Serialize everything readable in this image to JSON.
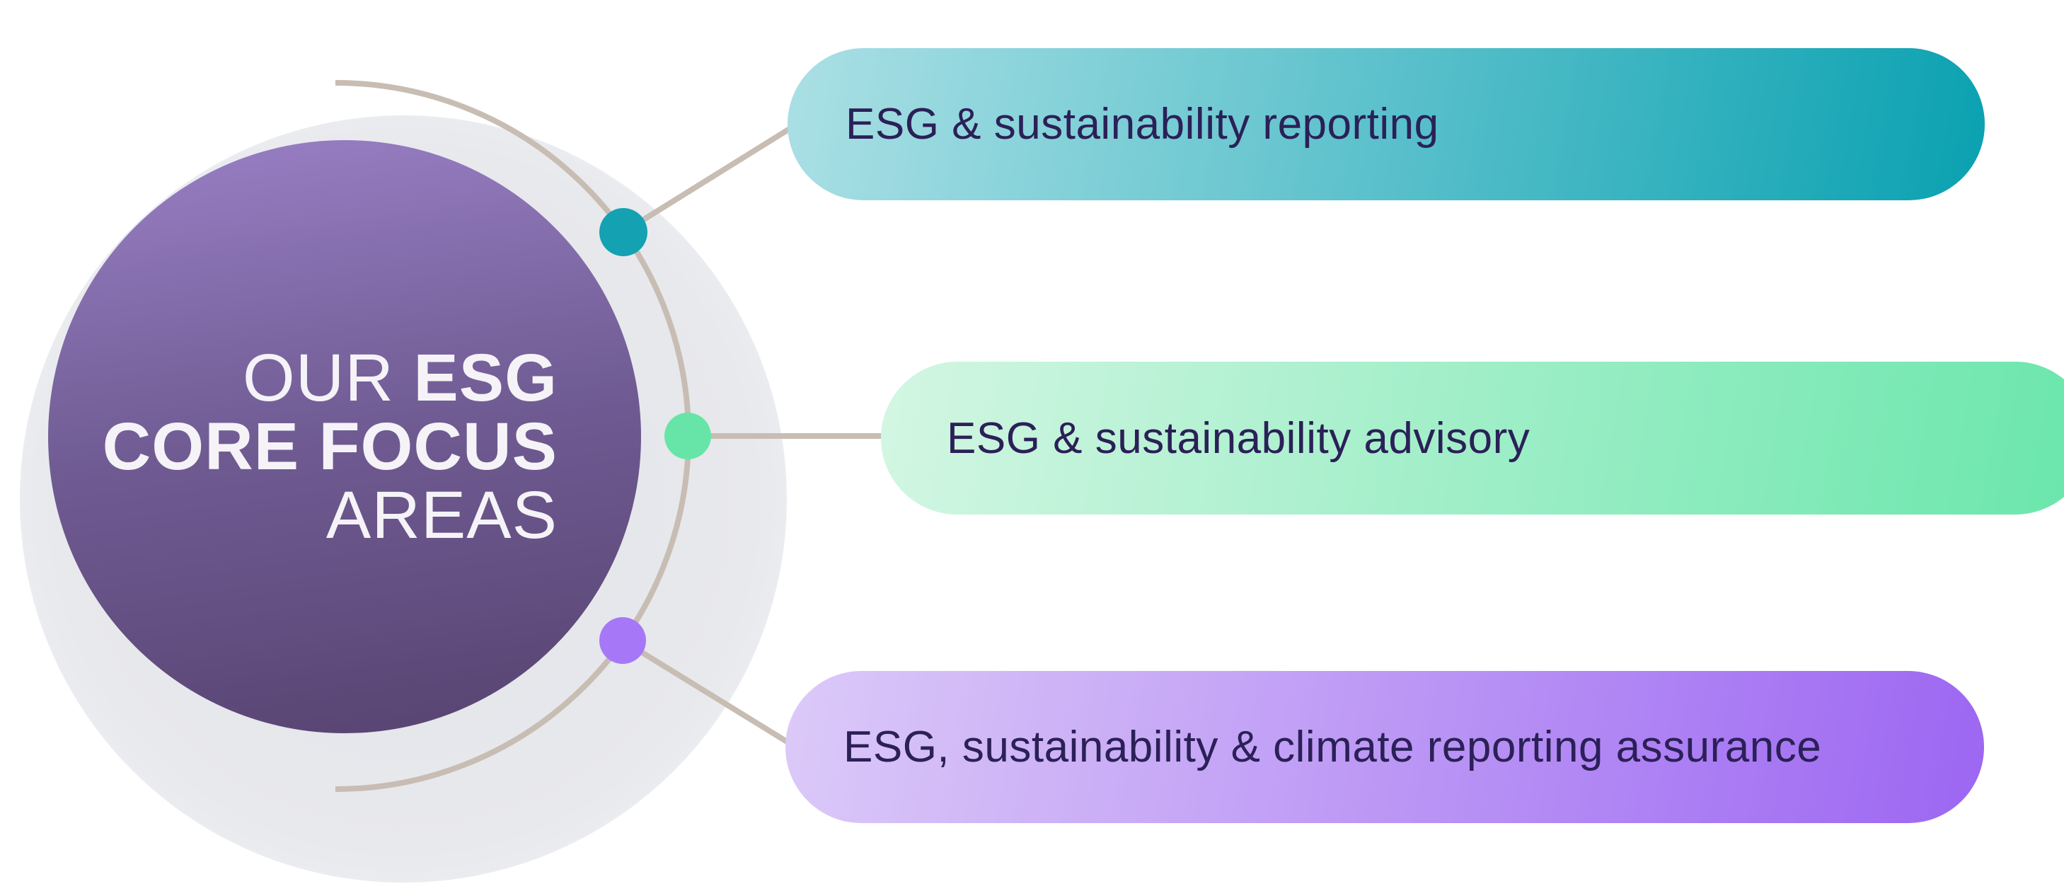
{
  "diagram": {
    "title": {
      "line1_light": "OUR ",
      "line1_bold": "ESG",
      "line2_bold": "CORE FOCUS",
      "line3_light": "AREAS"
    },
    "focus_areas": [
      {
        "id": "reporting",
        "label": "ESG & sustainability reporting",
        "gradient_start": "#abe0e5",
        "gradient_end": "#0aa1b1",
        "dot_color": "#14a1b2"
      },
      {
        "id": "advisory",
        "label": "ESG & sustainability advisory",
        "gradient_start": "#d3f6e3",
        "gradient_end": "#69e6ab",
        "dot_color": "#67e5a9"
      },
      {
        "id": "assurance",
        "label": "ESG, sustainability & climate reporting assurance",
        "gradient_start": "#dccaf8",
        "gradient_end": "#9c66f2",
        "dot_color": "#a678f7"
      }
    ],
    "colors": {
      "pill_text": "#2b2057",
      "title_text": "#f5f3f7",
      "connector_line": "#c8bdb3",
      "circle_gradient_top": "#9a80c6",
      "circle_gradient_mid": "#6f5b92",
      "circle_gradient_bottom": "#574370",
      "background_blob": "#e8e9ed"
    }
  }
}
